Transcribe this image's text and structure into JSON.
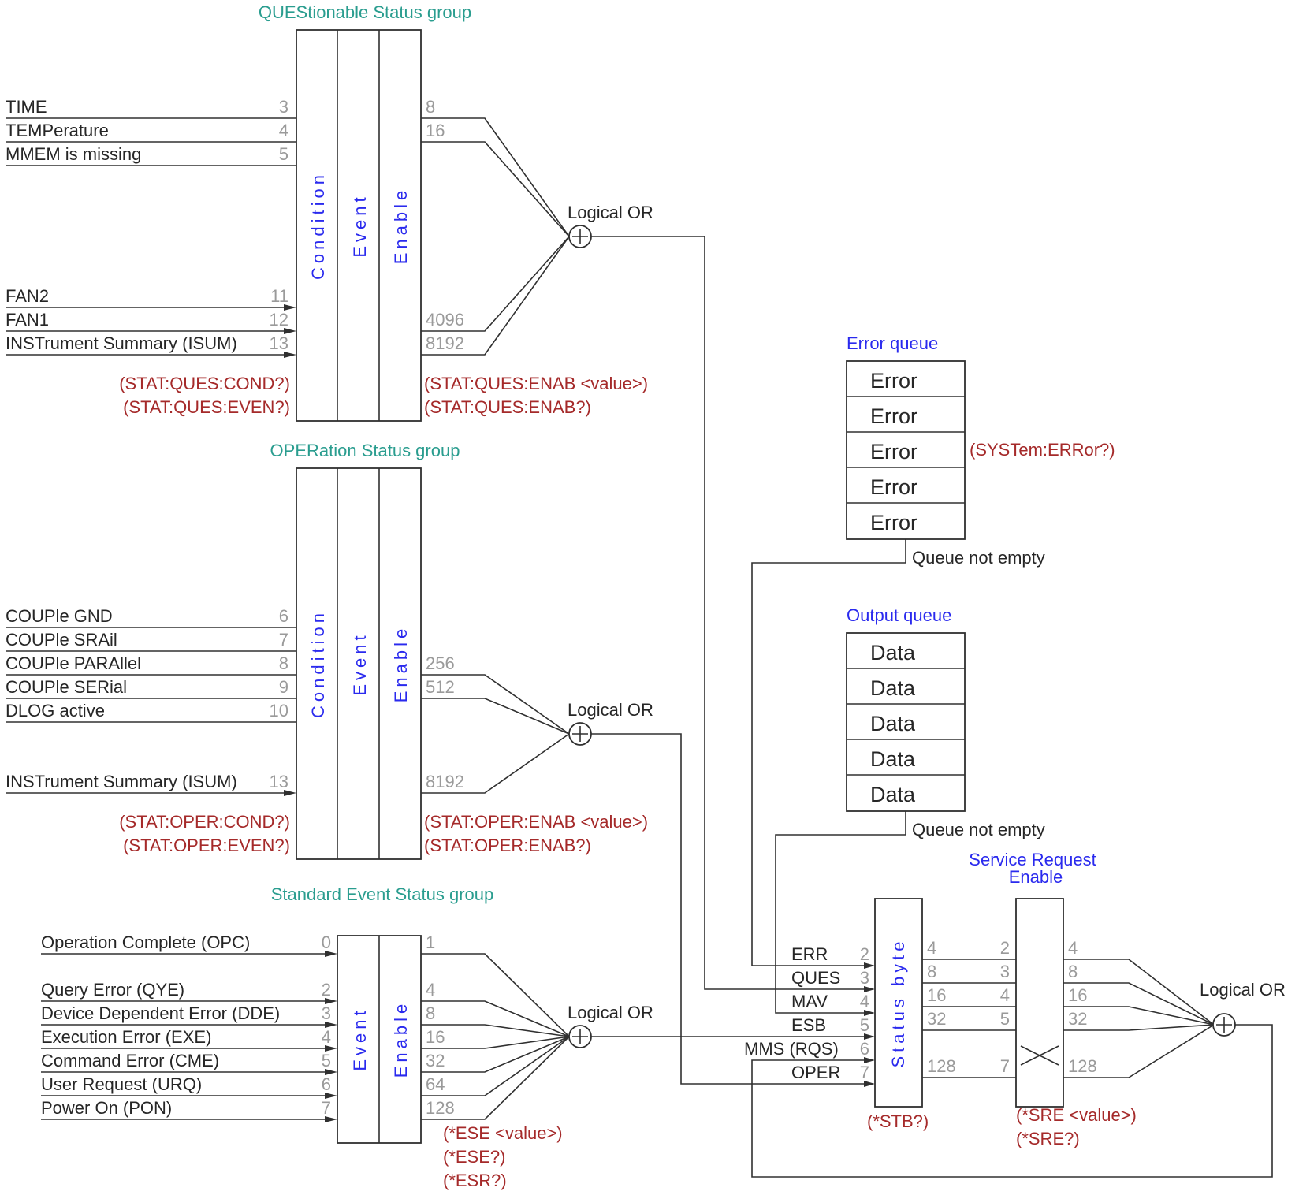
{
  "questionable": {
    "title": "QUEStionable Status group",
    "columns": [
      "Condition",
      "Event",
      "Enable"
    ],
    "inputs": [
      {
        "label": "TIME",
        "bit": "3"
      },
      {
        "label": "TEMPerature",
        "bit": "4"
      },
      {
        "label": "MMEM is missing",
        "bit": "5"
      },
      {
        "label": "FAN2",
        "bit": "11"
      },
      {
        "label": "FAN1",
        "bit": "12"
      },
      {
        "label": "INSTrument Summary (ISUM)",
        "bit": "13"
      }
    ],
    "outputs": [
      "8",
      "16",
      "4096",
      "8192"
    ],
    "cmd_left": [
      "(STAT:QUES:COND?)",
      "(STAT:QUES:EVEN?)"
    ],
    "cmd_right": [
      "(STAT:QUES:ENAB <value>)",
      "(STAT:QUES:ENAB?)"
    ],
    "or_label": "Logical OR"
  },
  "operation": {
    "title": "OPERation Status group",
    "columns": [
      "Condition",
      "Event",
      "Enable"
    ],
    "inputs": [
      {
        "label": "COUPle GND",
        "bit": "6"
      },
      {
        "label": "COUPle SRAil",
        "bit": "7"
      },
      {
        "label": "COUPle PARAllel",
        "bit": "8"
      },
      {
        "label": "COUPle SERial",
        "bit": "9"
      },
      {
        "label": "DLOG active",
        "bit": "10"
      },
      {
        "label": "INSTrument Summary (ISUM)",
        "bit": "13"
      }
    ],
    "outputs": [
      "256",
      "512",
      "8192"
    ],
    "cmd_left": [
      "(STAT:OPER:COND?)",
      "(STAT:OPER:EVEN?)"
    ],
    "cmd_right": [
      "(STAT:OPER:ENAB <value>)",
      "(STAT:OPER:ENAB?)"
    ],
    "or_label": "Logical OR"
  },
  "standard_event": {
    "title": "Standard Event Status group",
    "columns": [
      "Event",
      "Enable"
    ],
    "inputs": [
      {
        "label": "Operation Complete (OPC)",
        "bit": "0"
      },
      {
        "label": "Query Error (QYE)",
        "bit": "2"
      },
      {
        "label": "Device Dependent Error (DDE)",
        "bit": "3"
      },
      {
        "label": "Execution Error (EXE)",
        "bit": "4"
      },
      {
        "label": "Command Error (CME)",
        "bit": "5"
      },
      {
        "label": "User Request (URQ)",
        "bit": "6"
      },
      {
        "label": "Power On (PON)",
        "bit": "7"
      }
    ],
    "outputs": [
      "1",
      "4",
      "8",
      "16",
      "32",
      "64",
      "128"
    ],
    "cmds": [
      "(*ESE <value>)",
      "(*ESE?)",
      "(*ESR?)"
    ],
    "or_label": "Logical OR"
  },
  "error_queue": {
    "title": "Error queue",
    "items": [
      "Error",
      "Error",
      "Error",
      "Error",
      "Error"
    ],
    "cmd": "(SYSTem:ERRor?)",
    "status": "Queue not empty"
  },
  "output_queue": {
    "title": "Output queue",
    "items": [
      "Data",
      "Data",
      "Data",
      "Data",
      "Data"
    ],
    "status": "Queue not empty"
  },
  "status_byte": {
    "label": "Status byte",
    "inputs": [
      {
        "label": "ERR",
        "bit": "2"
      },
      {
        "label": "QUES",
        "bit": "3"
      },
      {
        "label": "MAV",
        "bit": "4"
      },
      {
        "label": "ESB",
        "bit": "5"
      },
      {
        "label": "MMS (RQS)",
        "bit": "6"
      },
      {
        "label": "OPER",
        "bit": "7"
      }
    ],
    "outputs": [
      "4",
      "8",
      "16",
      "32",
      "128"
    ],
    "cmd": "(*STB?)"
  },
  "service_request": {
    "title_line1": "Service Request",
    "title_line2": "Enable",
    "inputs": [
      "2",
      "3",
      "4",
      "5",
      "7"
    ],
    "outputs": [
      "4",
      "8",
      "16",
      "32",
      "128"
    ],
    "cmds": [
      "(*SRE <value>)",
      "(*SRE?)"
    ],
    "or_label": "Logical OR"
  }
}
